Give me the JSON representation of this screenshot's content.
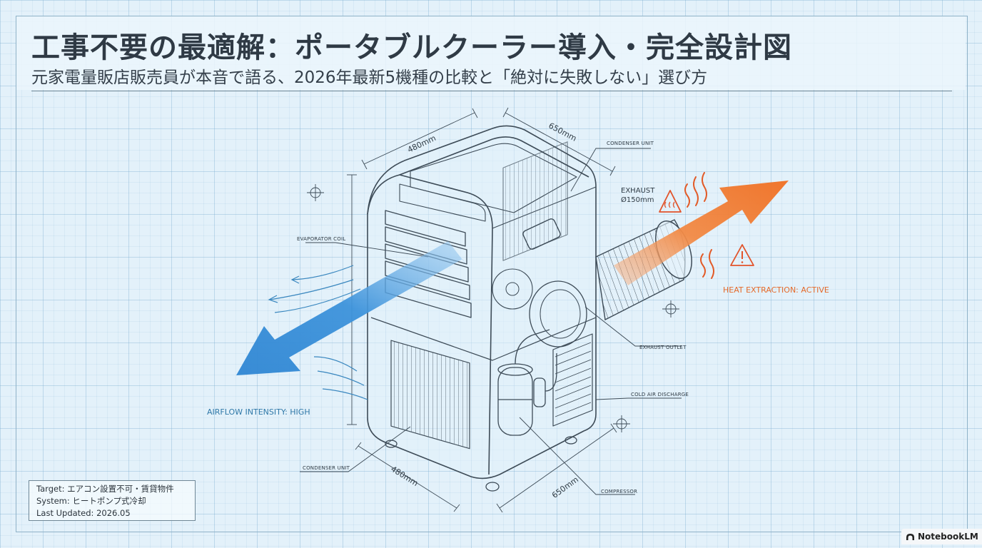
{
  "header": {
    "title": "工事不要の最適解：ポータブルクーラー導入・完全設計図",
    "subtitle": "元家電量販店販売員が本音で語る、2026年最新5機種の比較と「絶対に失敗しない」選び方"
  },
  "diagram": {
    "labels": {
      "condenser_unit_top": "CONDENSER UNIT",
      "exhaust": "EXHAUST",
      "exhaust_diameter": "Ø150mm",
      "evaporator_coil": "EVAPORATOR COIL",
      "heat_extraction": "HEAT EXTRACTION: ACTIVE",
      "exhaust_outlet": "EXHAUST OUTLET",
      "cold_air_discharge": "COLD AIR DISCHARGE",
      "airflow_intensity": "AIRFLOW INTENSITY: HIGH",
      "condenser_unit_bottom": "CONDENSER UNIT",
      "compressor": "COMPRESSOR"
    },
    "dimensions": {
      "top_width": "480mm",
      "top_depth": "650mm",
      "bottom_width": "480mm",
      "bottom_depth": "650mm"
    },
    "colors": {
      "airflow_arrow": "#2f86d3",
      "heat_arrow": "#f07a32",
      "warning": "#e2532a",
      "line": "#3d4b57"
    },
    "icons": [
      "heat-warning-icon",
      "warning-icon",
      "heat-wave-icon",
      "crosshair-icon"
    ]
  },
  "info_box": {
    "target": "Target: エアコン設置不可・賃貸物件",
    "system": "System: ヒートポンプ式冷却",
    "last_updated": "Last Updated: 2026.05"
  },
  "watermark": {
    "text": "NotebookLM"
  }
}
